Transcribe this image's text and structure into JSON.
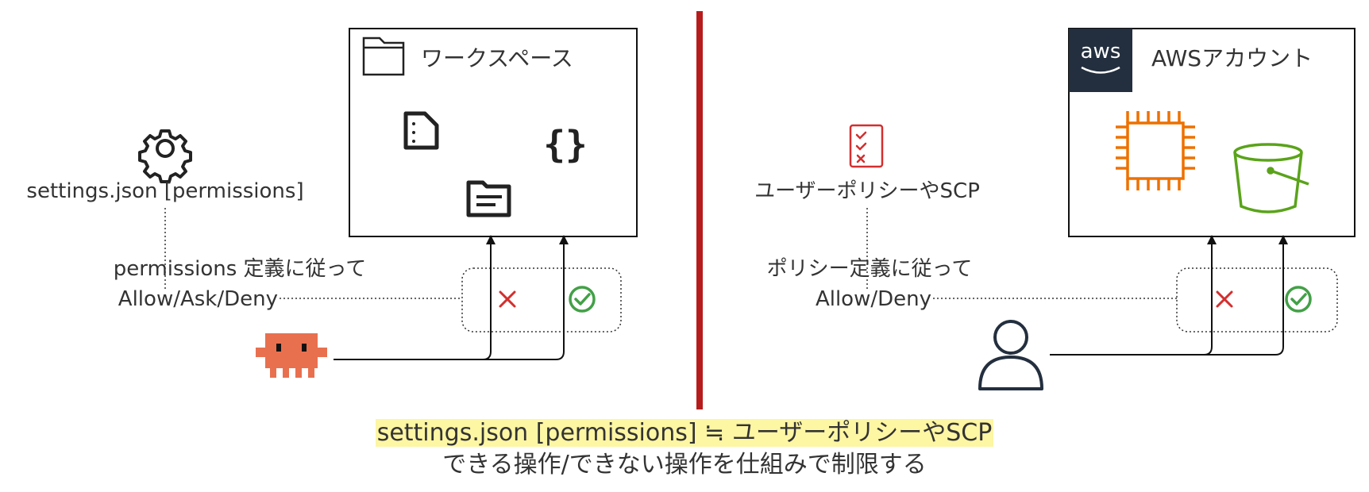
{
  "left": {
    "workspace_title": "ワークスペース",
    "config_label": "settings.json [permissions]",
    "rule_line1": "permissions 定義に従って",
    "rule_line2": "Allow/Ask/Deny"
  },
  "right": {
    "aws_logo_text": "aws",
    "account_title": "AWSアカウント",
    "policy_label": "ユーザーポリシーやSCP",
    "rule_line1": "ポリシー定義に従って",
    "rule_line2": "Allow/Deny"
  },
  "caption": {
    "line1": "settings.json [permissions] ≒ ユーザーポリシーやSCP",
    "line2": "できる操作/できない操作を仕組みで制限する"
  },
  "colors": {
    "divider": "#b71c1c",
    "deny": "#d32f2f",
    "allow": "#43a047",
    "agent": "#e8704f",
    "aws_dark": "#232f3e",
    "ec2": "#ed7100",
    "s3": "#5aa31a",
    "highlight": "#fdf6a3"
  }
}
